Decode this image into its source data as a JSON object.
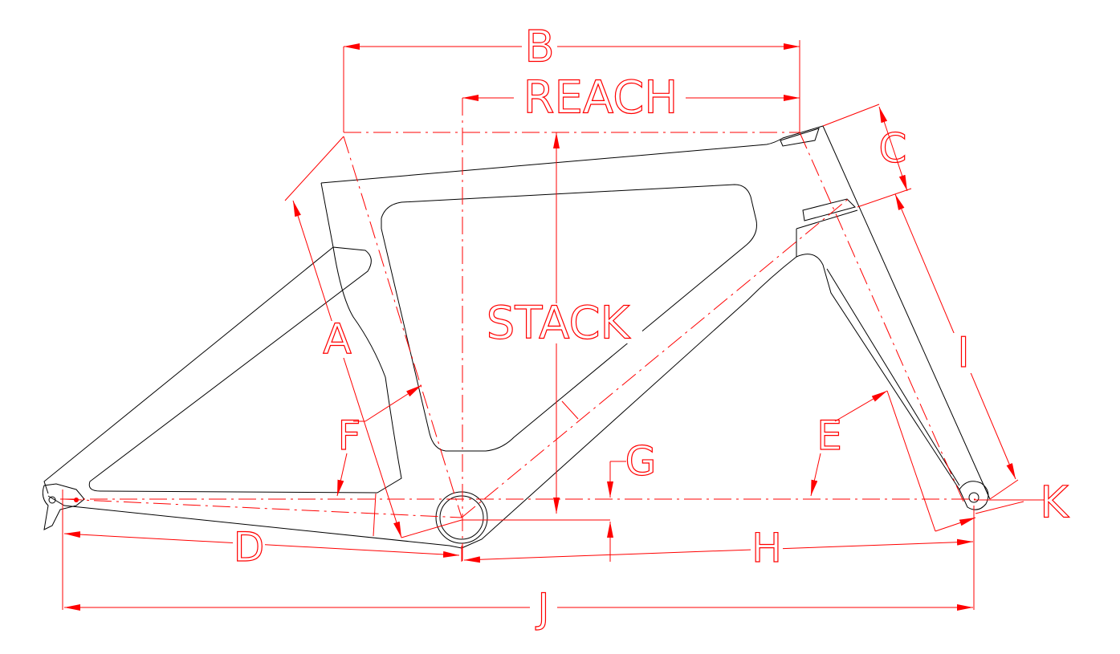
{
  "drawing": {
    "line_color": "#000000",
    "dimension_color": "#ff0000",
    "labels": {
      "b": "B",
      "reach": "REACH",
      "c": "C",
      "stack": "STACK",
      "a": "A",
      "i": "I",
      "f": "F",
      "e": "E",
      "g": "G",
      "d": "D",
      "h": "H",
      "j": "J",
      "k": "K"
    }
  }
}
